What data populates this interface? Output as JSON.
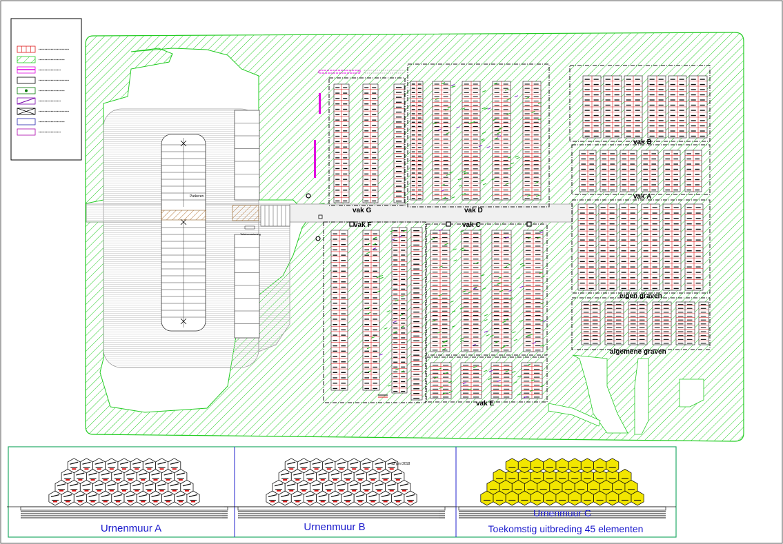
{
  "plan": {
    "parking_label": "Parkeren",
    "entrance_label": "Toiletvoorziening",
    "date": "13 juni 2018",
    "sections": [
      {
        "id": "vak-g",
        "label": "vak G"
      },
      {
        "id": "vak-d",
        "label": "vak D"
      },
      {
        "id": "vak-b",
        "label": "vak B"
      },
      {
        "id": "vak-a",
        "label": "vak A"
      },
      {
        "id": "vak-f",
        "label": "vak F"
      },
      {
        "id": "vak-c",
        "label": "vak C"
      },
      {
        "id": "vak-e",
        "label": "vak E"
      },
      {
        "id": "eigen-graven",
        "label": "eigen graven"
      },
      {
        "id": "algemene-graven",
        "label": "algemene graven"
      }
    ],
    "urn_walls": [
      {
        "id": "urnenmuur-a",
        "title": "Urnenmuur A",
        "subtitle": ""
      },
      {
        "id": "urnenmuur-b",
        "title": "Urnenmuur B",
        "subtitle": ""
      },
      {
        "id": "urnenmuur-c",
        "title": "Urnenmuur C",
        "subtitle": "Toekomstig uitbreding 45 elementen"
      }
    ]
  },
  "colors": {
    "hatch": "#22cc22",
    "grave_red": "#dd1111",
    "border_blue": "#2222cc",
    "frame_green": "#22aa66",
    "urn_yellow": "#f2e600",
    "magenta": "#e000e0"
  }
}
